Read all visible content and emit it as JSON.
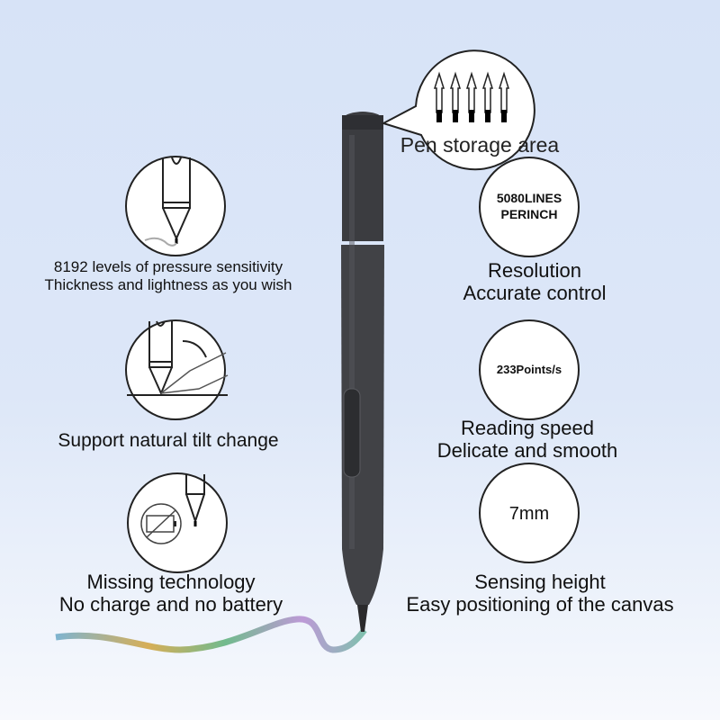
{
  "left_features": [
    {
      "lines": [
        "8192 levels of pressure sensitivity",
        "Thickness and lightness as you wish"
      ],
      "icon": "pen-pressure-icon"
    },
    {
      "lines": [
        "Support natural tilt change"
      ],
      "icon": "pen-tilt-icon"
    },
    {
      "lines": [
        "Missing technology",
        "No charge and no battery"
      ],
      "icon": "no-battery-icon"
    }
  ],
  "storage": {
    "label": "Pen storage area",
    "icon": "pen-nibs-icon"
  },
  "right_features": [
    {
      "badge": [
        "5080LINES",
        "PERINCH"
      ],
      "lines": [
        "Resolution",
        "Accurate control"
      ]
    },
    {
      "badge": [
        "233Points/s"
      ],
      "lines": [
        "Reading speed",
        "Delicate and smooth"
      ]
    },
    {
      "badge": [
        "7mm"
      ],
      "lines": [
        "Sensing height",
        "Easy positioning of the canvas"
      ]
    }
  ],
  "colors": {
    "pen": "#3b3c40",
    "background": "#d9e4f7"
  }
}
